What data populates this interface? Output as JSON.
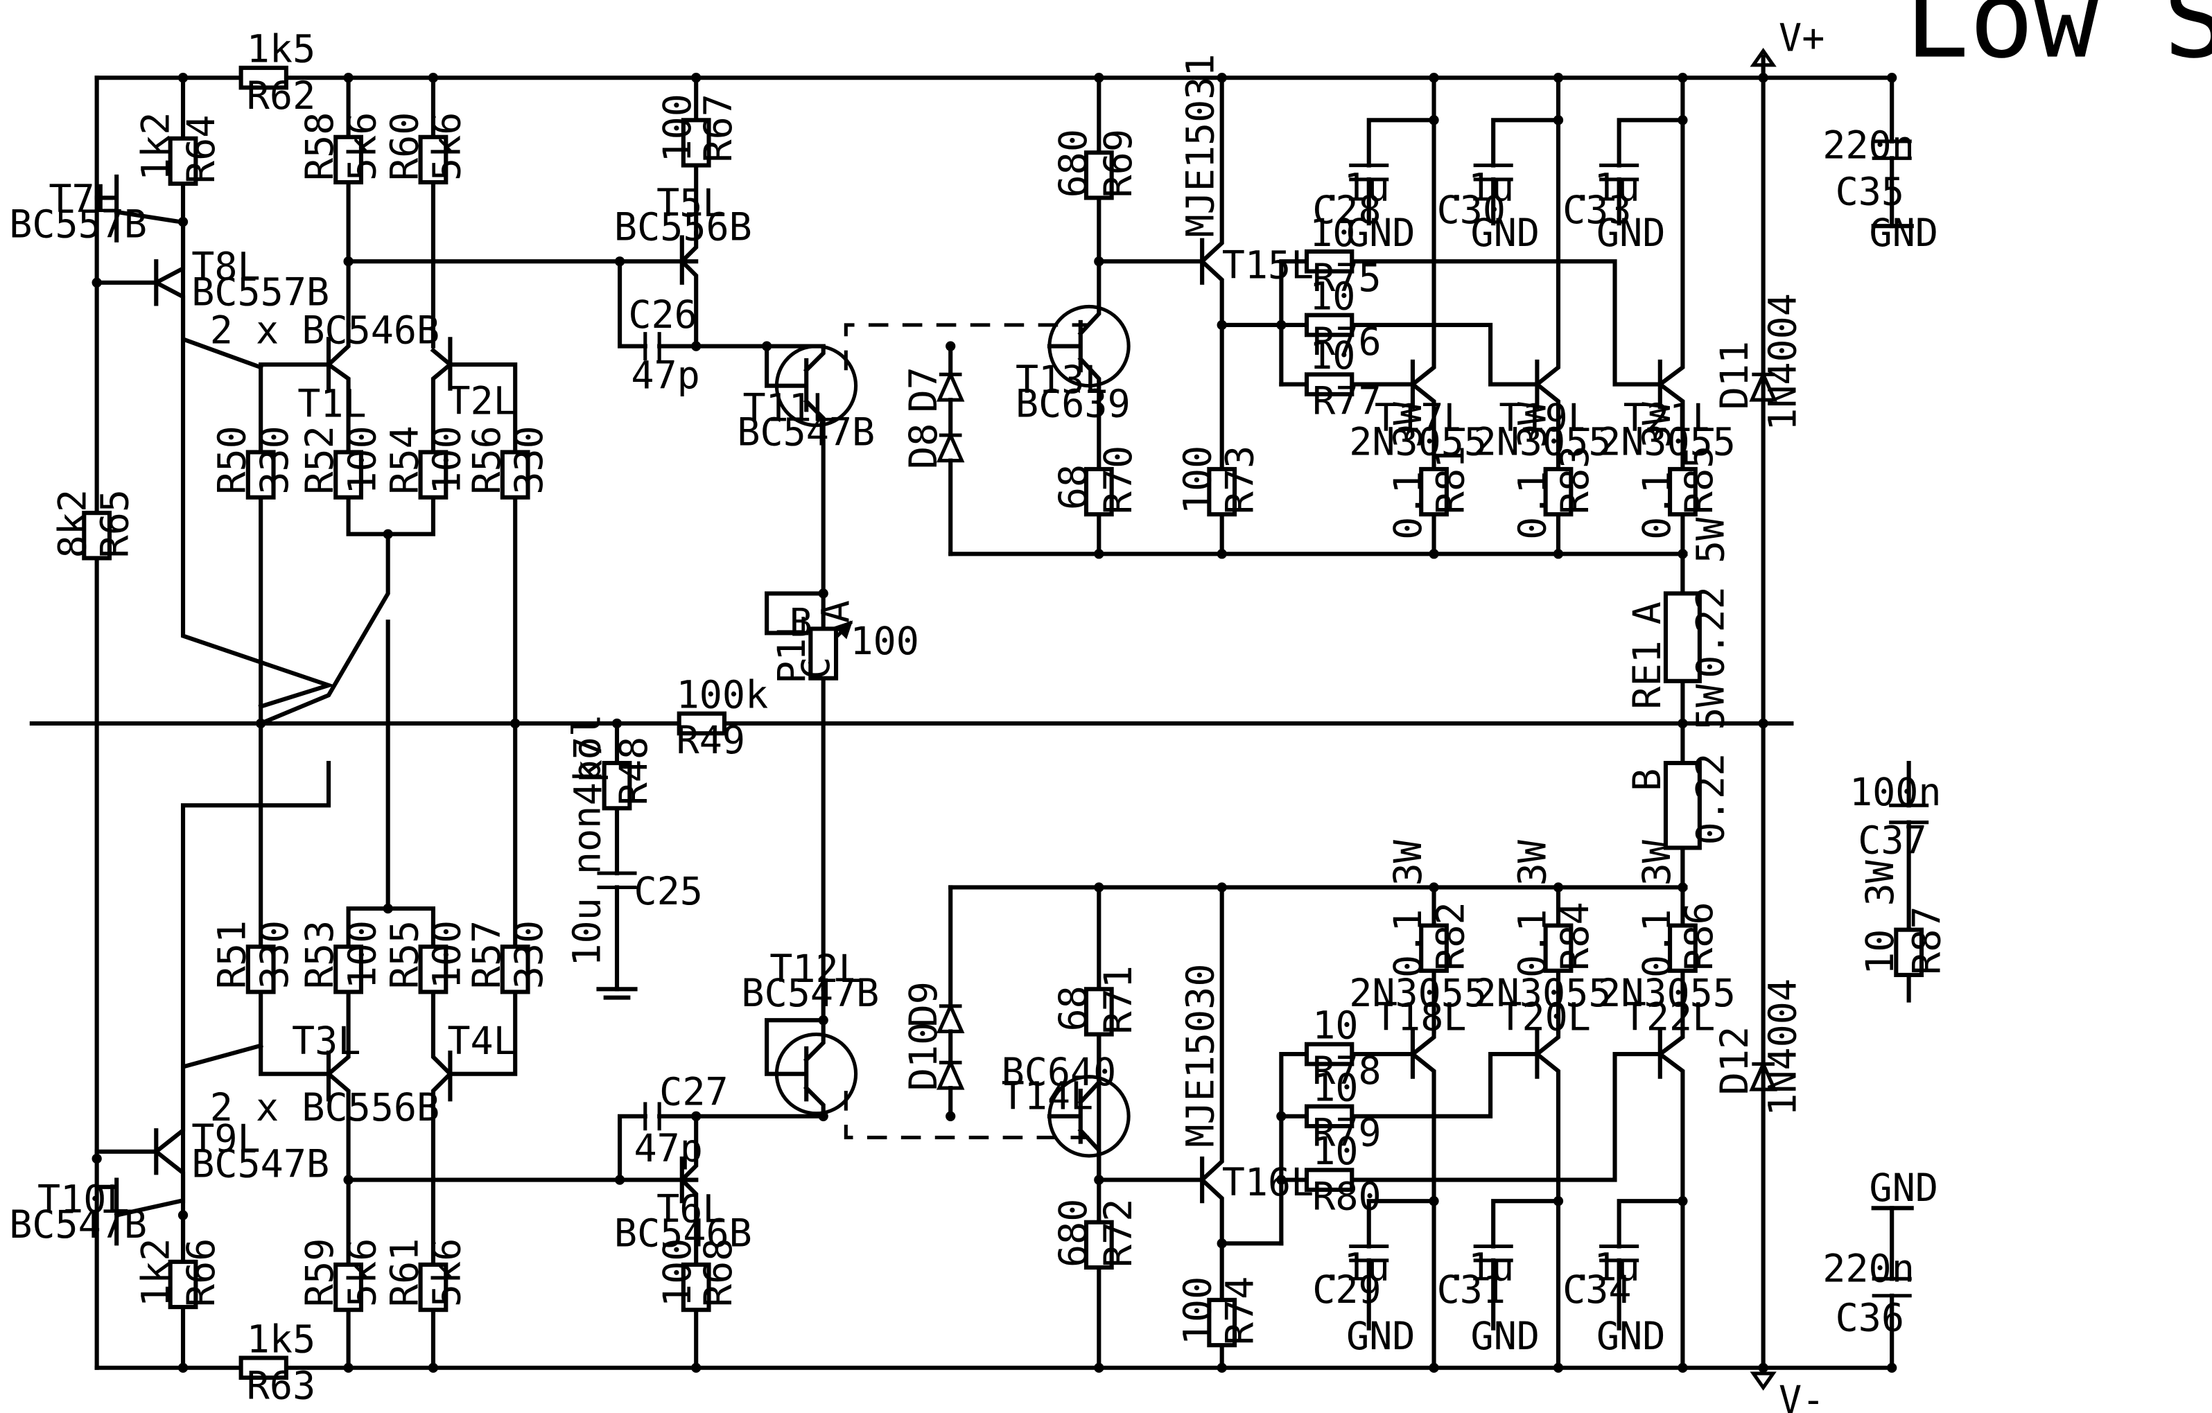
{
  "title": "Low Side",
  "rails": {
    "positive": "V+",
    "negative": "V-"
  },
  "ground_label": "GND",
  "gain_pair_note_top": "2 x BC546B",
  "gain_pair_note_bottom": "2 x BC556B",
  "resistors": {
    "R62": {
      "ref": "R62",
      "value": "1k5"
    },
    "R63": {
      "ref": "R63",
      "value": "1k5"
    },
    "R64": {
      "ref": "R64",
      "value": "1k2"
    },
    "R66": {
      "ref": "R66",
      "value": "1k2"
    },
    "R65": {
      "ref": "R65",
      "value": "8k2"
    },
    "R58": {
      "ref": "R58",
      "value": "5k6"
    },
    "R60": {
      "ref": "R60",
      "value": "5k6"
    },
    "R59": {
      "ref": "R59",
      "value": "5k6"
    },
    "R61": {
      "ref": "R61",
      "value": "5k6"
    },
    "R50": {
      "ref": "R50",
      "value": "330"
    },
    "R56": {
      "ref": "R56",
      "value": "330"
    },
    "R51": {
      "ref": "R51",
      "value": "330"
    },
    "R57": {
      "ref": "R57",
      "value": "330"
    },
    "R52": {
      "ref": "R52",
      "value": "100"
    },
    "R54": {
      "ref": "R54",
      "value": "100"
    },
    "R53": {
      "ref": "R53",
      "value": "100"
    },
    "R55": {
      "ref": "R55",
      "value": "100"
    },
    "R67": {
      "ref": "R67",
      "value": "100"
    },
    "R68": {
      "ref": "R68",
      "value": "100"
    },
    "R48": {
      "ref": "R48",
      "value": "4k7"
    },
    "R49": {
      "ref": "R49",
      "value": "100k"
    },
    "R69": {
      "ref": "R69",
      "value": "680"
    },
    "R72": {
      "ref": "R72",
      "value": "680"
    },
    "R70": {
      "ref": "R70",
      "value": "68"
    },
    "R71": {
      "ref": "R71",
      "value": "68"
    },
    "R73": {
      "ref": "R73",
      "value": "100"
    },
    "R74": {
      "ref": "R74",
      "value": "100"
    },
    "R75": {
      "ref": "R75",
      "value": "10"
    },
    "R76": {
      "ref": "R76",
      "value": "10"
    },
    "R77": {
      "ref": "R77",
      "value": "10"
    },
    "R78": {
      "ref": "R78",
      "value": "10"
    },
    "R79": {
      "ref": "R79",
      "value": "10"
    },
    "R80": {
      "ref": "R80",
      "value": "10"
    },
    "R81": {
      "ref": "R81",
      "value": "0.1 3W"
    },
    "R83": {
      "ref": "R83",
      "value": "0.1 3W"
    },
    "R85": {
      "ref": "R85",
      "value": "0.1 3W"
    },
    "R82": {
      "ref": "R82",
      "value": "0.1 3W"
    },
    "R84": {
      "ref": "R84",
      "value": "0.1 3W"
    },
    "R86": {
      "ref": "R86",
      "value": "0.1 3W"
    },
    "R87": {
      "ref": "R87",
      "value": "10 3W"
    },
    "RE1": {
      "ref": "RE1",
      "value_a": "0.22 5W",
      "value_b": "0.22 5W",
      "tap_a": "A",
      "tap_b": "B"
    }
  },
  "capacitors": {
    "C26": {
      "ref": "C26",
      "value": "47p"
    },
    "C27": {
      "ref": "C27",
      "value": "47p"
    },
    "C25": {
      "ref": "C25",
      "value": "10u non pol"
    },
    "C28": {
      "ref": "C28",
      "value": ".1u"
    },
    "C30": {
      "ref": "C30",
      "value": ".1u"
    },
    "C33": {
      "ref": "C33",
      "value": ".1u"
    },
    "C29": {
      "ref": "C29",
      "value": ".1u"
    },
    "C31": {
      "ref": "C31",
      "value": ".1u"
    },
    "C34": {
      "ref": "C34",
      "value": ".1u"
    },
    "C35": {
      "ref": "C35",
      "value": "220n"
    },
    "C36": {
      "ref": "C36",
      "value": "220n"
    },
    "C37": {
      "ref": "C37",
      "value": "100n"
    }
  },
  "transistors": {
    "T7L": {
      "ref": "T7L",
      "part": "BC557B"
    },
    "T8L": {
      "ref": "T8L",
      "part": "BC557B"
    },
    "T9L": {
      "ref": "T9L",
      "part": "BC547B"
    },
    "T10L": {
      "ref": "T10L",
      "part": "BC547B"
    },
    "T1L": {
      "ref": "T1L"
    },
    "T2L": {
      "ref": "T2L"
    },
    "T3L": {
      "ref": "T3L"
    },
    "T4L": {
      "ref": "T4L"
    },
    "T5L": {
      "ref": "T5L",
      "part": "BC556B"
    },
    "T6L": {
      "ref": "T6L",
      "part": "BC546B"
    },
    "T11L": {
      "ref": "T11L",
      "part": "BC547B"
    },
    "T12L": {
      "ref": "T12L",
      "part": "BC547B"
    },
    "T13L": {
      "ref": "T13L",
      "part": "BC639"
    },
    "T14L": {
      "ref": "T14L",
      "part": "BC640"
    },
    "T15L": {
      "ref": "T15L",
      "part": "MJE15031"
    },
    "T16L": {
      "ref": "T16L",
      "part": "MJE15030"
    },
    "T17L": {
      "ref": "T17L",
      "part": "2N3055"
    },
    "T19L": {
      "ref": "T19L",
      "part": "2N3055"
    },
    "T21L": {
      "ref": "T21L",
      "part": "2N3055"
    },
    "T18L": {
      "ref": "T18L",
      "part": "2N3055"
    },
    "T20L": {
      "ref": "T20L",
      "part": "2N3055"
    },
    "T22L": {
      "ref": "T22L",
      "part": "2N3055"
    }
  },
  "diodes": {
    "D7": {
      "ref": "D7"
    },
    "D8": {
      "ref": "D8"
    },
    "D9": {
      "ref": "D9"
    },
    "D10": {
      "ref": "D10"
    },
    "D11": {
      "ref": "D11",
      "part": "1N4004"
    },
    "D12": {
      "ref": "D12",
      "part": "1N4004"
    }
  },
  "pot": {
    "ref": "P1L",
    "value": "100",
    "pin_a": "A",
    "pin_b": "B",
    "pin_c": "C"
  }
}
